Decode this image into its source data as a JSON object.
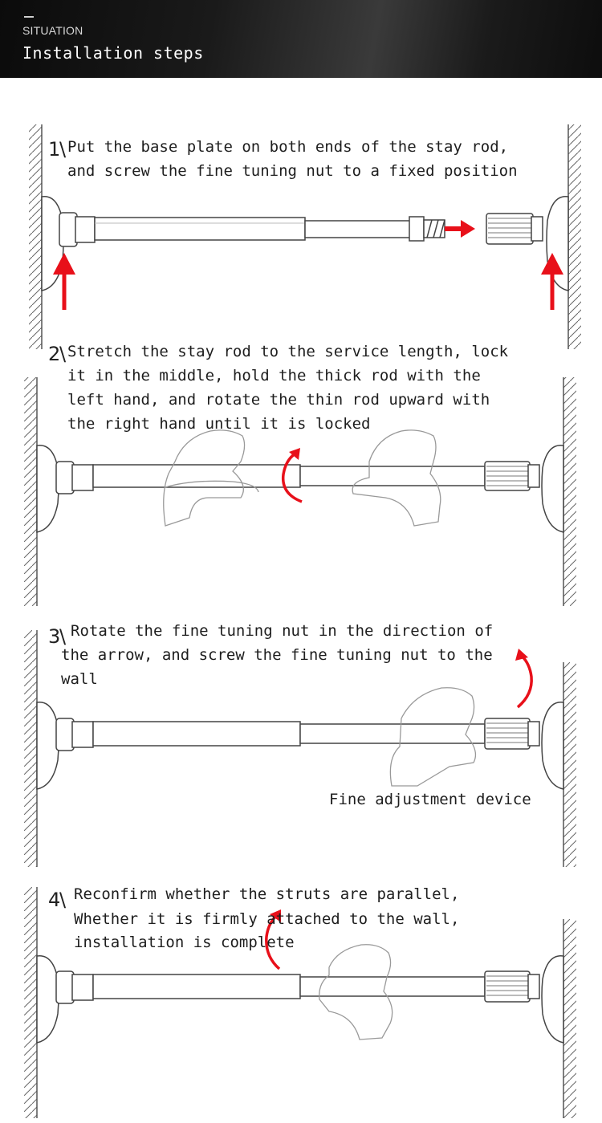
{
  "header": {
    "eyebrow": "SITUATION",
    "title": "Installation steps"
  },
  "steps": [
    {
      "number": "1",
      "lines": [
        "Put the base plate on both ends of the stay rod,",
        "and screw the fine tuning nut to a fixed position"
      ]
    },
    {
      "number": "2",
      "lines": [
        "Stretch the stay rod to the service length, lock",
        "it in the middle, hold the thick rod with the",
        "left hand, and rotate the thin rod upward with",
        "the right hand until it is locked"
      ]
    },
    {
      "number": "3",
      "lines": [
        "Rotate the fine tuning nut in the direction of",
        "the arrow, and screw the fine tuning nut to the",
        "wall"
      ],
      "callout": "Fine adjustment device"
    },
    {
      "number": "4",
      "lines": [
        "Reconfirm whether the struts are parallel,",
        "Whether it is firmly attached to the wall,",
        "installation is complete"
      ]
    }
  ],
  "colors": {
    "arrow": "#e8101a",
    "line": "#4a4a4a",
    "header_text": "#ffffff"
  }
}
